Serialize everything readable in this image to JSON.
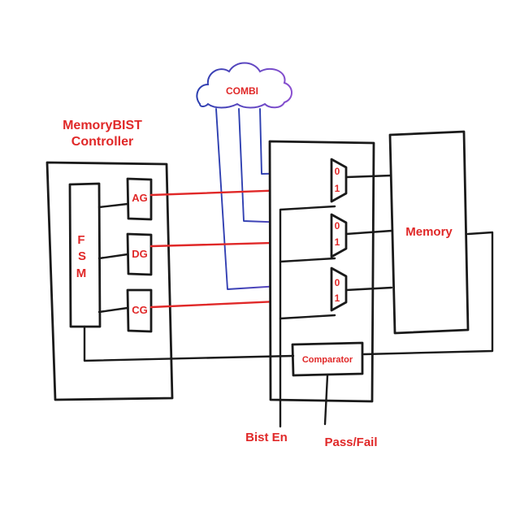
{
  "diagram": {
    "title_line1": "MemoryBIST",
    "title_line2": "Controller",
    "cloud_label": "COMBI",
    "fsm": {
      "letters": [
        "F",
        "S",
        "M"
      ]
    },
    "generators": [
      "AG",
      "DG",
      "CG"
    ],
    "mux_inputs": {
      "zero": "0",
      "one": "1"
    },
    "memory_label": "Memory",
    "comparator_label": "Comparator",
    "bist_en_label": "Bist En",
    "pass_fail_label": "Pass/Fail"
  },
  "colors": {
    "ink": "#1a1a1a",
    "accent_red": "#e02828",
    "blue_wire": "#2c3fb0",
    "purple_wire": "#8a4fd0",
    "background": "#ffffff"
  }
}
